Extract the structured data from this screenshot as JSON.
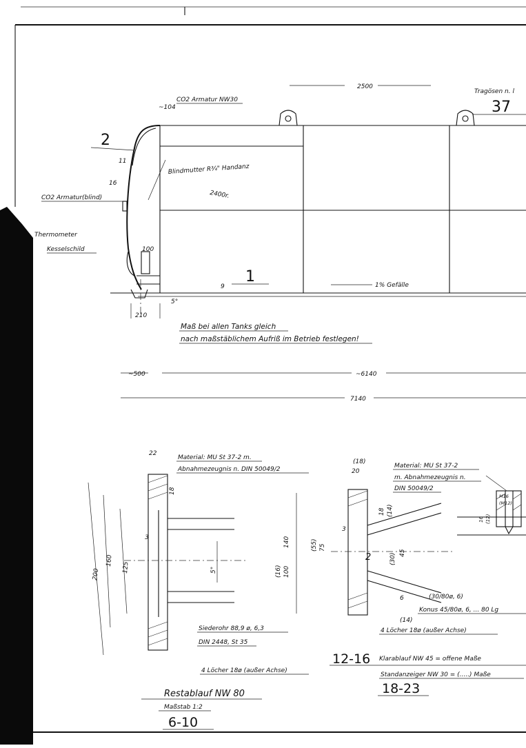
{
  "top_view": {
    "label_co2_armatur": "CO2 Armatur NW30",
    "dim_2500": "2500",
    "label_tragoesen": "Tragösen n. l",
    "part_37": "37",
    "part_2": "2",
    "part_1": "1",
    "label_co2_blind": "CO2 Armatur(blind)",
    "label_thermometer": "Thermometer",
    "label_kesselschild": "Kesselschild",
    "label_blindmutter": "Blindmutter R¾\" Handanz",
    "dim_2400": "2400r.",
    "dim_16": "16",
    "dim_11": "11",
    "dim_104": "~104",
    "dim_100": "100",
    "dim_9": "9",
    "dim_5deg": "5°",
    "dim_210": "210",
    "label_gefaelle": "1% Gefälle",
    "note_line1": "Maß bei allen Tanks gleich",
    "note_line2": "nach maßstäblichem Aufriß im Betrieb festlegen!",
    "dim_500": "~500",
    "dim_6140": "~6140",
    "dim_7140": "7140"
  },
  "detail_left": {
    "material_line1": "Material: MU St 37-2  m.",
    "material_line2": "Abnahmezeugnis n. DIN 50049/2",
    "dim_22": "22",
    "dim_18": "18",
    "dim_200": "200",
    "dim_160": "160",
    "dim_125": "125",
    "dim_100": "100",
    "dim_140": "140",
    "dim_16": "(16)",
    "dim_55": "(55)",
    "dim_75": "75",
    "dim_5deg": "5°",
    "dim_3": "3",
    "pipe_line1": "Siederohr 88,9 ø, 6,3",
    "pipe_line2": "DIN 2448, St 35",
    "holes": "4 Löcher 18ø (außer Achse)",
    "title": "Restablauf NW 80",
    "scale": "Maßstab 1:2",
    "part_range": "6-10"
  },
  "detail_right": {
    "dim_18_paren": "(18)",
    "dim_20": "20",
    "material_line1": "Material: MU St 37-2",
    "material_line2": "m. Abnahmezeugnis n.",
    "material_line3": "DIN 50049/2",
    "dim_18": "18",
    "dim_14": "(14)",
    "dim_30": "(30)",
    "dim_45": "45",
    "dim_3": "3",
    "dim_2": "2",
    "dim_6": "6",
    "konus_line1": "(30/80ø, 6)",
    "konus_line2": "Konus 45/80ø, 6, ... 80 Lg",
    "holes_14": "(14)",
    "holes": "4 Löcher 18ø (außer Achse)",
    "m16": "M16",
    "m12": "(M12)",
    "dim_16": "16",
    "dim_12": "(12)",
    "part_range_1": "12-16",
    "klarablauf": "Klarablauf NW 45 = offene Maße",
    "standanzeiger": "Standanzeiger NW 30 = (.....) Maße",
    "part_range_2": "18-23"
  }
}
